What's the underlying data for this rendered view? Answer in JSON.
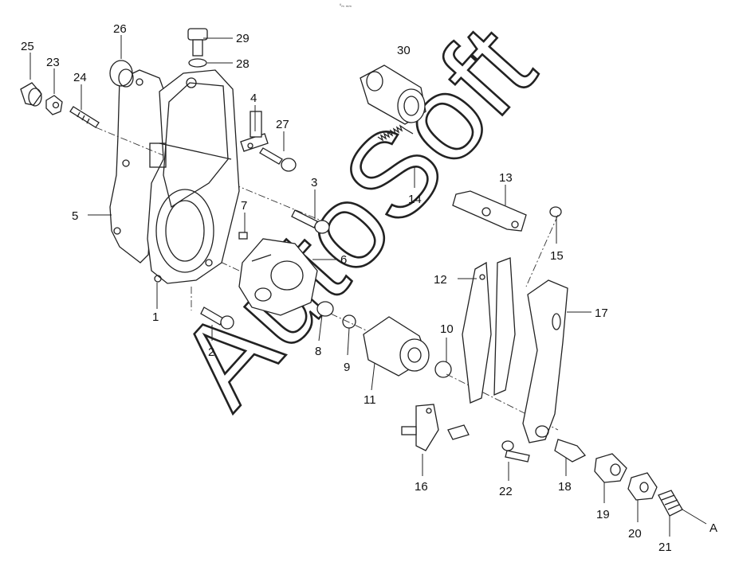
{
  "diagram": {
    "header_mark": "ºₘ ₘₘ",
    "watermark": "AutoSoft",
    "arrow_label": "A",
    "callouts": [
      {
        "id": "c1",
        "text": "1"
      },
      {
        "id": "c2",
        "text": "2"
      },
      {
        "id": "c3",
        "text": "3"
      },
      {
        "id": "c4",
        "text": "4"
      },
      {
        "id": "c5",
        "text": "5"
      },
      {
        "id": "c6",
        "text": "6"
      },
      {
        "id": "c7",
        "text": "7"
      },
      {
        "id": "c8",
        "text": "8"
      },
      {
        "id": "c9",
        "text": "9"
      },
      {
        "id": "c10",
        "text": "10"
      },
      {
        "id": "c11",
        "text": "11"
      },
      {
        "id": "c12",
        "text": "12"
      },
      {
        "id": "c13",
        "text": "13"
      },
      {
        "id": "c14",
        "text": "14"
      },
      {
        "id": "c15",
        "text": "15"
      },
      {
        "id": "c16",
        "text": "16"
      },
      {
        "id": "c17",
        "text": "17"
      },
      {
        "id": "c18",
        "text": "18"
      },
      {
        "id": "c19",
        "text": "19"
      },
      {
        "id": "c20",
        "text": "20"
      },
      {
        "id": "c21",
        "text": "21"
      },
      {
        "id": "c22",
        "text": "22"
      },
      {
        "id": "c23",
        "text": "23"
      },
      {
        "id": "c24",
        "text": "24"
      },
      {
        "id": "c25",
        "text": "25"
      },
      {
        "id": "c26",
        "text": "26"
      },
      {
        "id": "c27",
        "text": "27"
      },
      {
        "id": "c28",
        "text": "28"
      },
      {
        "id": "c29",
        "text": "29"
      },
      {
        "id": "c30",
        "text": "30"
      }
    ]
  }
}
